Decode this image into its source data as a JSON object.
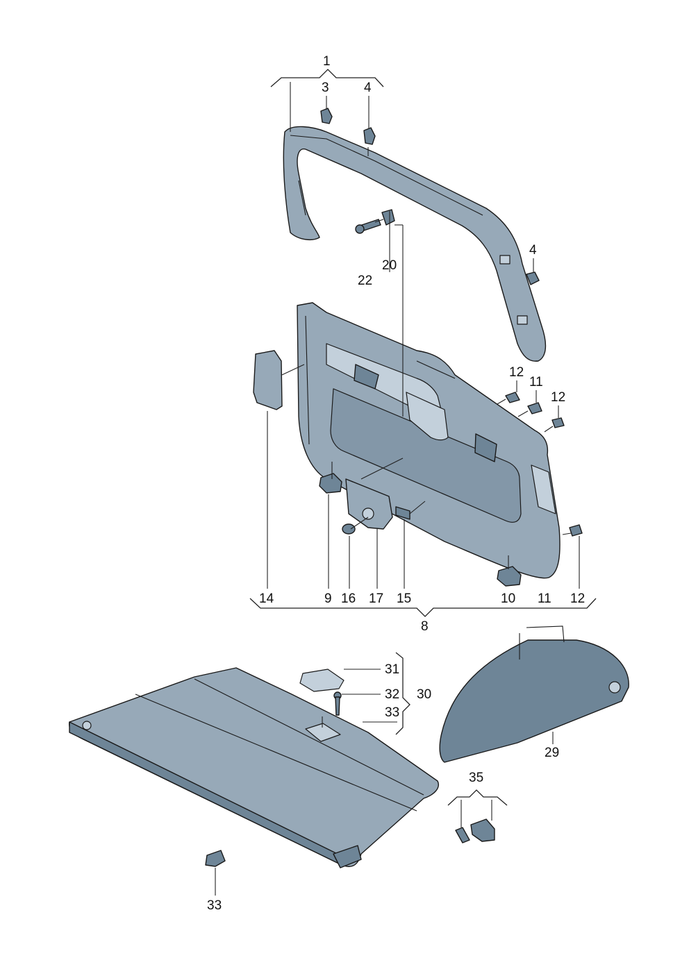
{
  "labels": {
    "l1": "1",
    "l3": "3",
    "l4a": "4",
    "l4b": "4",
    "l20": "20",
    "l22": "22",
    "l12a": "12",
    "l11a": "11",
    "l12b": "12",
    "l14": "14",
    "l9": "9",
    "l16": "16",
    "l17": "17",
    "l15": "15",
    "l10": "10",
    "l11b": "11",
    "l12c": "12",
    "l8": "8",
    "l31": "31",
    "l32": "32",
    "l33a": "33",
    "l30": "30",
    "l29": "29",
    "l35": "35",
    "l33b": "33"
  },
  "colors": {
    "part": "#97a9b8",
    "part_dark": "#6e8597",
    "part_light": "#c3d0db",
    "line": "#1a1a1a",
    "background": "#ffffff"
  }
}
